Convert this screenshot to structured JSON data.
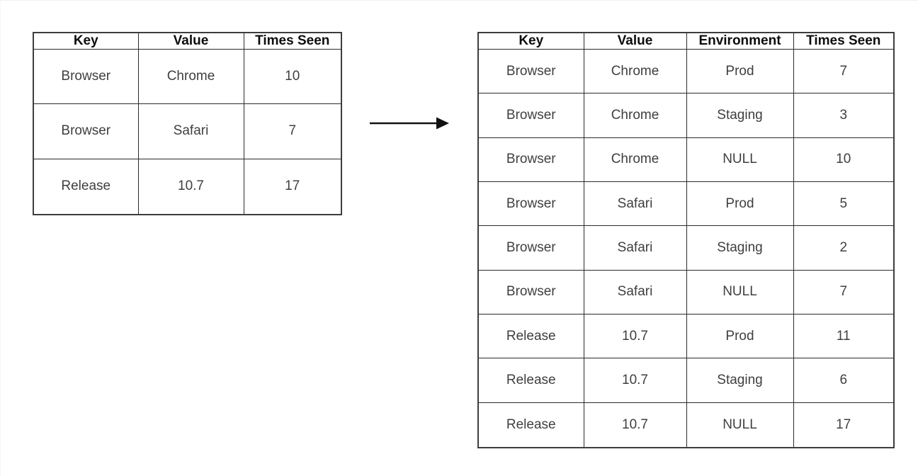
{
  "diagram": {
    "kind": "table-transformation",
    "arrow": {
      "icon": "arrow-right-icon",
      "direction": "right"
    },
    "colors": {
      "background": "#ffffff",
      "table_border": "#2b2b2b",
      "header_text": "#0d0d0d",
      "cell_text": "#3f3f3f",
      "null_text": "#e9e9e9",
      "arrow": "#111111"
    }
  },
  "source_table": {
    "headers": [
      "Key",
      "Value",
      "Times Seen"
    ],
    "rows": [
      [
        "Browser",
        "Chrome",
        "10"
      ],
      [
        "Browser",
        "Safari",
        "7"
      ],
      [
        "Release",
        "10.7",
        "17"
      ]
    ]
  },
  "result_table": {
    "headers": [
      "Key",
      "Value",
      "Environment",
      "Times Seen"
    ],
    "rows": [
      [
        "Browser",
        "Chrome",
        "Prod",
        "7"
      ],
      [
        "Browser",
        "Chrome",
        "Staging",
        "3"
      ],
      [
        "Browser",
        "Chrome",
        "NULL",
        "10"
      ],
      [
        "Browser",
        "Safari",
        "Prod",
        "5"
      ],
      [
        "Browser",
        "Safari",
        "Staging",
        "2"
      ],
      [
        "Browser",
        "Safari",
        "NULL",
        "7"
      ],
      [
        "Release",
        "10.7",
        "Prod",
        "11"
      ],
      [
        "Release",
        "10.7",
        "Staging",
        "6"
      ],
      [
        "Release",
        "10.7",
        "NULL",
        "17"
      ]
    ]
  }
}
